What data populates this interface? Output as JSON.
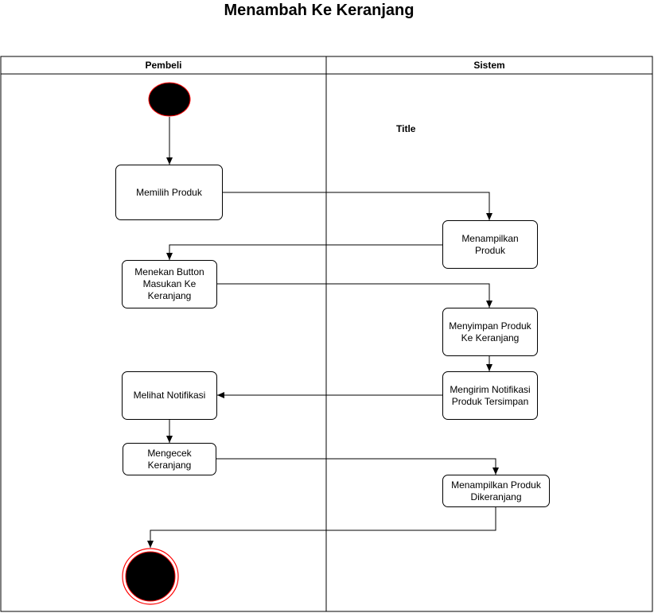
{
  "diagram": {
    "title": "Menambah Ke Keranjang",
    "lanes": [
      {
        "label": "Pembeli"
      },
      {
        "label": "Sistem"
      }
    ],
    "free_label": "Title",
    "nodes": {
      "memilih_produk": "Memilih Produk",
      "menampilkan_produk": "Menampilkan Produk",
      "menekan_button": "Menekan Button Masukan Ke Keranjang",
      "menyimpan_produk": "Menyimpan Produk Ke Keranjang",
      "mengirim_notifikasi": "Mengirim Notifikasi Produk Tersimpan",
      "melihat_notifikasi": "Melihat Notifikasi",
      "mengecek_keranjang": "Mengecek Keranjang",
      "menampilkan_dikeranjang": "Menampilkan Produk Dikeranjang"
    },
    "colors": {
      "start_fill": "#000000",
      "start_stroke": "#ff0000",
      "end_fill": "#000000",
      "end_ring": "#ff0000",
      "line": "#000000"
    }
  }
}
